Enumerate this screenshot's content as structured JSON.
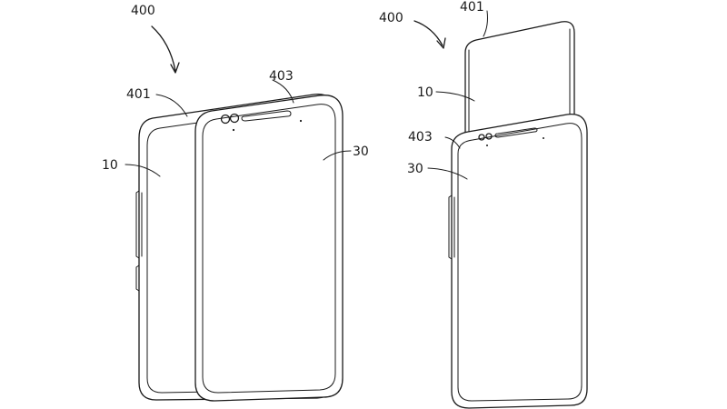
{
  "figure": {
    "left": {
      "assembly_label": "400",
      "labels": [
        {
          "id": "upper-part",
          "text": "401"
        },
        {
          "id": "lower-part",
          "text": "403"
        },
        {
          "id": "rear-body",
          "text": "10"
        },
        {
          "id": "display",
          "text": "30"
        }
      ]
    },
    "right": {
      "assembly_label": "400",
      "labels": [
        {
          "id": "upper-part",
          "text": "401"
        },
        {
          "id": "rear-body",
          "text": "10"
        },
        {
          "id": "lower-part",
          "text": "403"
        },
        {
          "id": "display",
          "text": "30"
        }
      ]
    }
  }
}
